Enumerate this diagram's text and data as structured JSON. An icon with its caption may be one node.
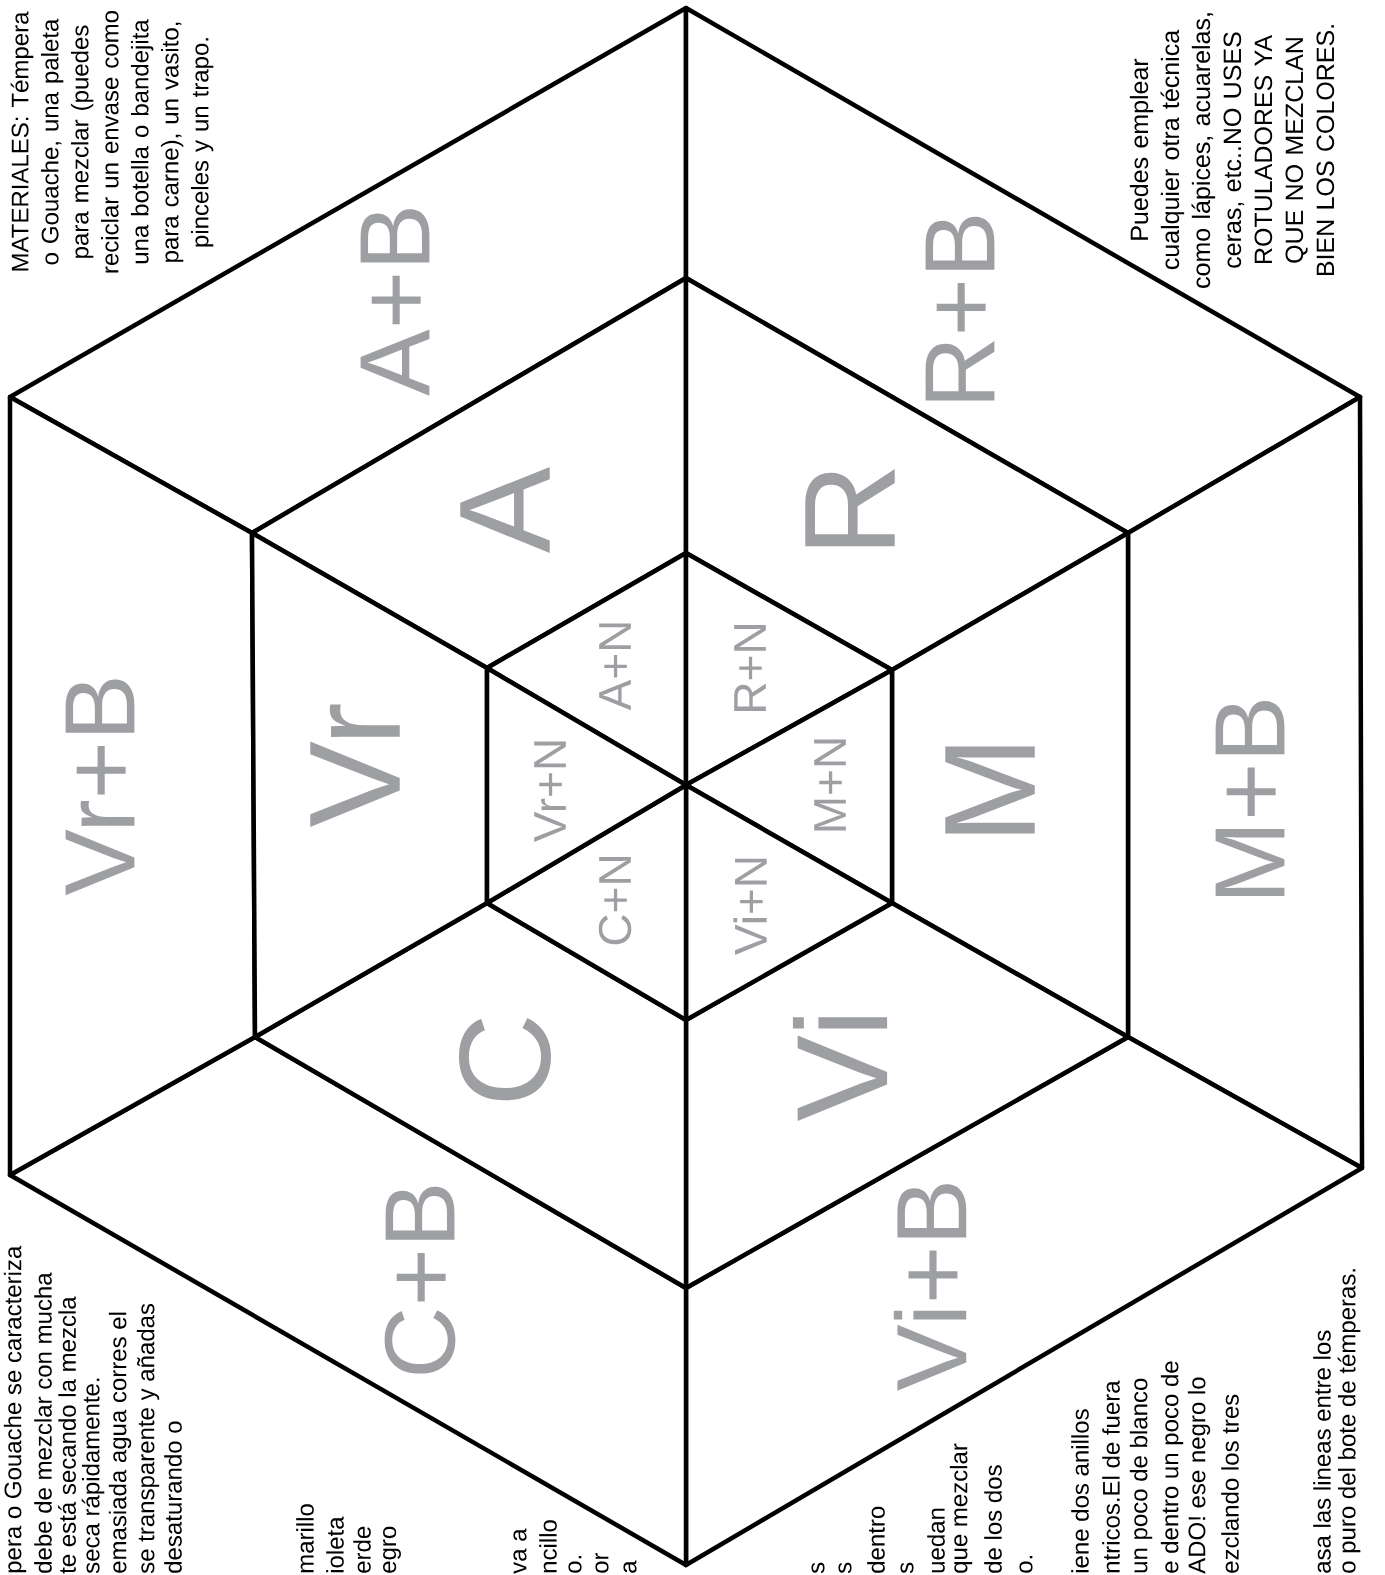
{
  "diagram": {
    "nodes": [
      {
        "text": [
          "A+B"
        ]
      },
      {
        "text": [
          "R+B"
        ]
      },
      {
        "text": [
          "M+B"
        ]
      },
      {
        "text": [
          "Vi+B"
        ]
      },
      {
        "text": [
          "C+B"
        ]
      },
      {
        "text": [
          "Vr+B"
        ]
      },
      {
        "text": [
          "A"
        ]
      },
      {
        "text": [
          "R"
        ]
      },
      {
        "text": [
          "M"
        ]
      },
      {
        "text": [
          "Vi"
        ]
      },
      {
        "text": [
          "C"
        ]
      },
      {
        "text": [
          "Vr"
        ]
      },
      {
        "text": [
          "A+N"
        ]
      },
      {
        "text": [
          "R+N"
        ]
      },
      {
        "text": [
          "M+N"
        ]
      },
      {
        "text": [
          "Vi+N"
        ]
      },
      {
        "text": [
          "C+N"
        ]
      },
      {
        "text": [
          "Vr+N"
        ]
      }
    ],
    "edges": [],
    "labels": [
      "MATERIALES: Témpera o Gouache, una paleta para mezclar (puedes reciclar un envase como una botella o bandejita para carne), un vasito, pinceles y un trapo.",
      "Puedes emplear cualquier otra técnica como lápices, acuarelas, ceras, etc..NO USES ROTULADORES YA QUE NO MEZCLAN BIEN LOS COLORES.",
      "pera o Gouache se caracteriza",
      "debe de mezclar con mucha",
      "te está secando la mezcla",
      "seca rápidamente.",
      "emasiada agua corres el",
      "se transparente y añadas",
      "desaturando o",
      "marillo",
      "ioleta",
      "erde",
      "egro",
      "va a",
      "ncillo",
      "o.",
      "or",
      "a",
      "s",
      "s",
      "dentro",
      "s",
      "uedan",
      "que mezclar",
      "de los dos",
      "o.",
      "iene dos anillos",
      "ntricos.El de fuera",
      "un poco de blanco",
      "e dentro un poco de",
      "ADO! ese negro lo",
      "ezclando los tres",
      "asa las lineas entre los",
      "o puro del bote de témperas."
    ]
  }
}
